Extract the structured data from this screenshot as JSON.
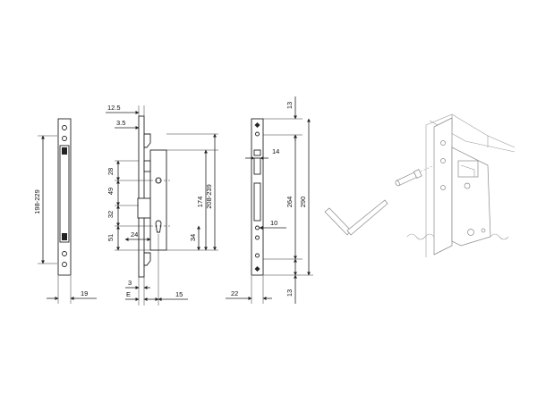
{
  "dimensions": {
    "strike_height": "198-229",
    "strike_width": "19",
    "top_offset": "12.5",
    "front_offset": "3.5",
    "d28": "28",
    "d49": "49",
    "d32": "32",
    "d51": "51",
    "d24": "24",
    "d34": "34",
    "d174": "174",
    "case_height": "208-239",
    "d3": "3",
    "backset": "E",
    "d15": "15",
    "top_margin": "13",
    "d14": "14",
    "d10": "10",
    "d264": "264",
    "plate_height": "290",
    "bottom_margin": "13",
    "plate_width": "22"
  }
}
